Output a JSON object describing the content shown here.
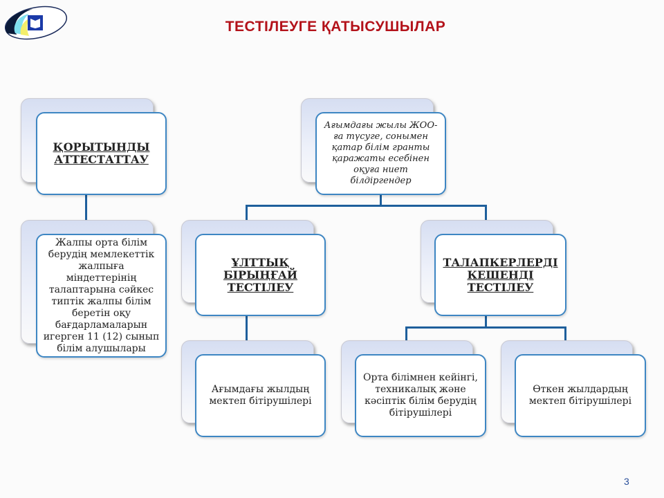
{
  "title": "ТЕСТІЛЕУГЕ ҚАТЫСУШЫЛАР",
  "page_number": "3",
  "nodes": {
    "final_attestation": "ҚОРЫТЫНДЫ АТТЕСТАТТАУ",
    "general_secondary": "Жалпы орта білім берудің мемлекеттік жалпыға міндеттерінің талаптарына сәйкес типтік жалпы білім беретін оқу бағдарламаларын игерген 11 (12) сынып білім алушылары",
    "current_applicants": "Ағымдағы жылы ЖОО-ға түсуге, сонымен қатар білім гранты қаражаты есебінен оқуға ниет білдіргендер",
    "unt": "ҰЛТТЫҚ БІРЫҢҒАЙ ТЕСТІЛЕУ",
    "complex_testing": "ТАЛАПКЕРЛЕРДІ КЕШЕНДІ ТЕСТІЛЕУ",
    "current_graduates": "Ағымдағы жылдың мектеп бітірушілері",
    "tvet_graduates": "Орта білімнен кейінгі, техникалық және кәсіптік білім берудің бітірушілері",
    "past_graduates": "Өткен жылдардың мектеп бітірушілері"
  }
}
